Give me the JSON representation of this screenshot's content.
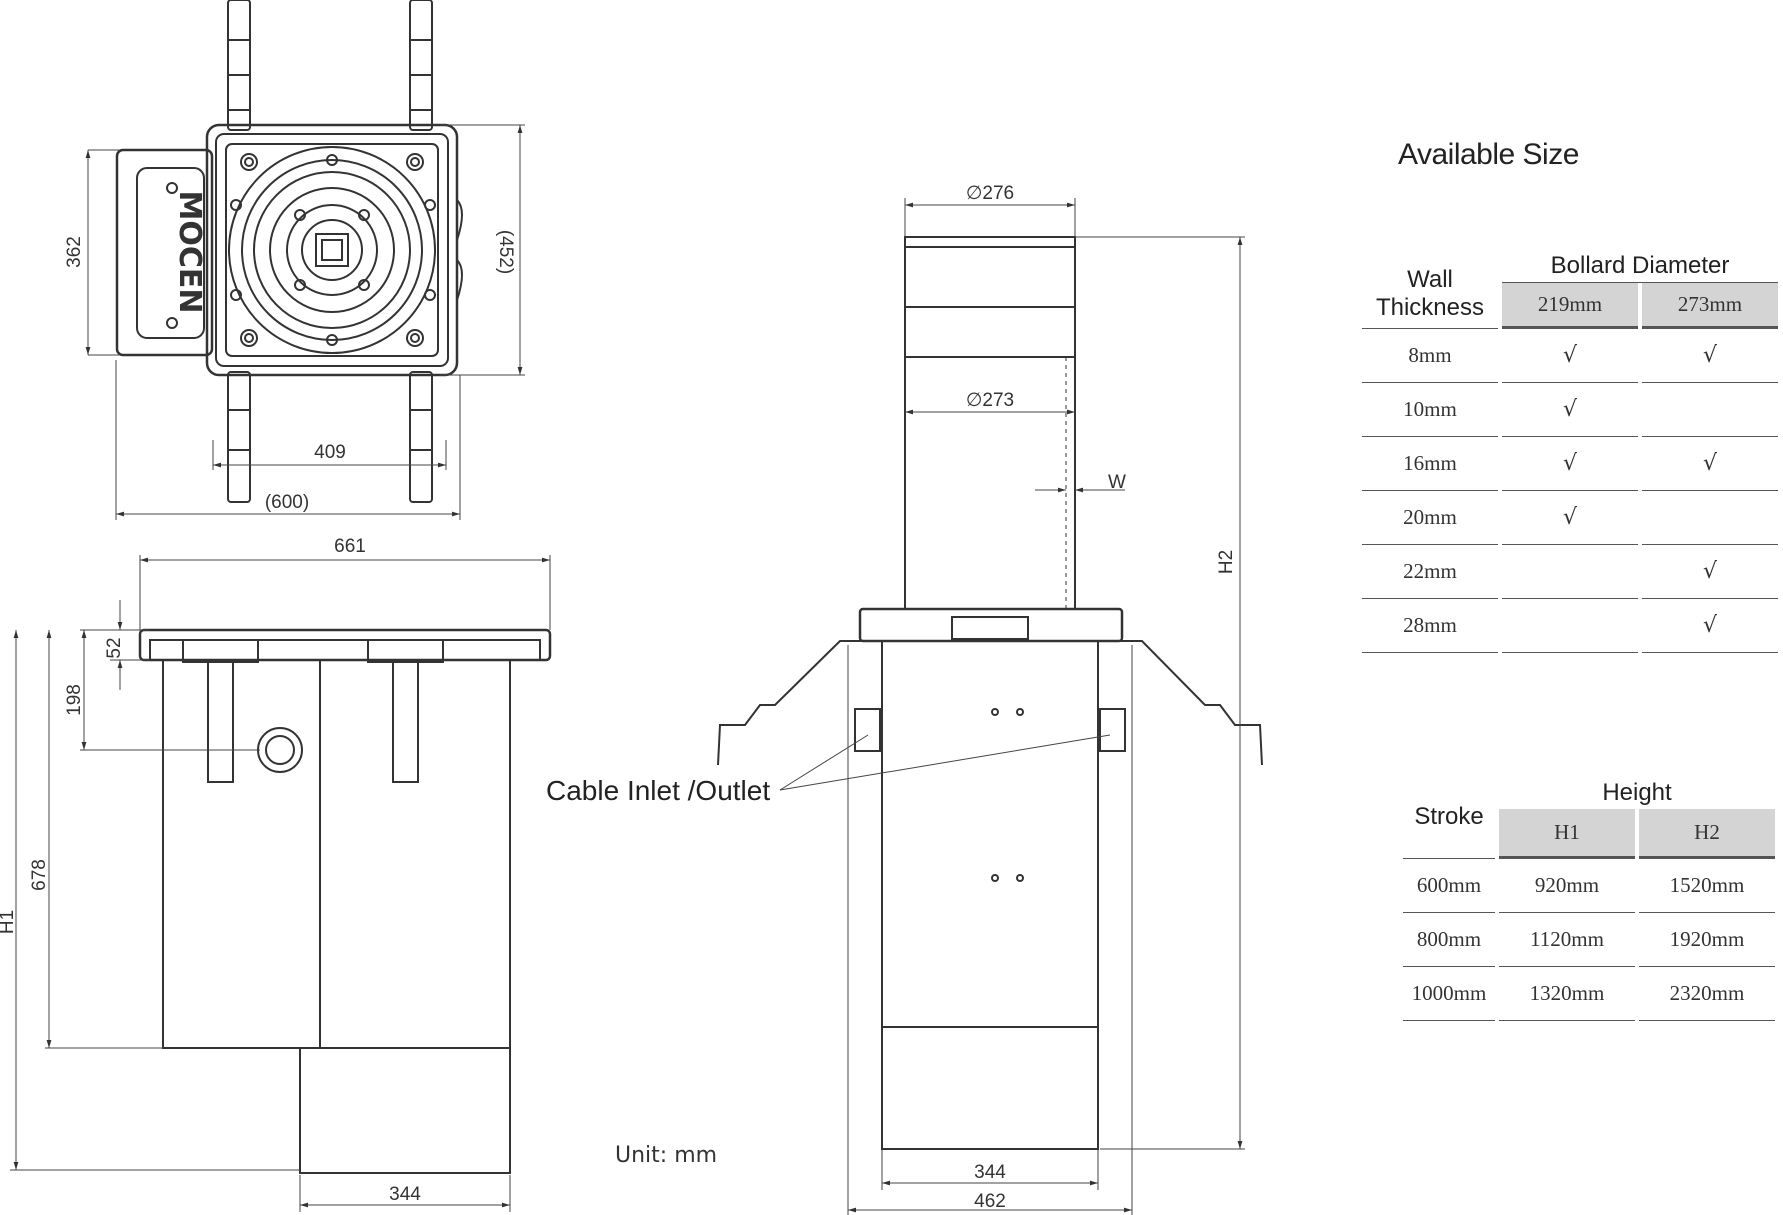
{
  "title": "Available Size",
  "logo_text": "MOCEN",
  "unit_label": "Unit: mm",
  "cable_label": "Cable Inlet /Outlet",
  "dimensions": {
    "top_view_height": "362",
    "top_view_outer_height": "(452)",
    "top_view_inner_width": "409",
    "top_view_outer_width": "(600)",
    "flange_width": "661",
    "flange_thickness": "52",
    "inlet_height": "198",
    "box_height": "678",
    "total_h1": "H1",
    "box_width": "344",
    "bollard_top_dia": "∅276",
    "bollard_dia": "∅273",
    "wall": "W",
    "total_h2": "H2",
    "base_inner_width": "344",
    "base_outer_width": "462"
  },
  "wall_table": {
    "row_header": [
      "Wall",
      "Thickness"
    ],
    "group_header": "Bollard Diameter",
    "columns": [
      "219mm",
      "273mm"
    ],
    "check_symbol": "√",
    "rows": [
      {
        "wall": "8mm",
        "c219": "√",
        "c273": "√"
      },
      {
        "wall": "10mm",
        "c219": "√",
        "c273": ""
      },
      {
        "wall": "16mm",
        "c219": "√",
        "c273": "√"
      },
      {
        "wall": "20mm",
        "c219": "√",
        "c273": ""
      },
      {
        "wall": "22mm",
        "c219": "",
        "c273": "√"
      },
      {
        "wall": "28mm",
        "c219": "",
        "c273": "√"
      }
    ]
  },
  "stroke_table": {
    "row_header": "Stroke",
    "group_header": "Height",
    "columns": [
      "H1",
      "H2"
    ],
    "rows": [
      {
        "stroke": "600mm",
        "h1": "920mm",
        "h2": "1520mm"
      },
      {
        "stroke": "800mm",
        "h1": "1120mm",
        "h2": "1920mm"
      },
      {
        "stroke": "1000mm",
        "h1": "1320mm",
        "h2": "2320mm"
      }
    ]
  }
}
